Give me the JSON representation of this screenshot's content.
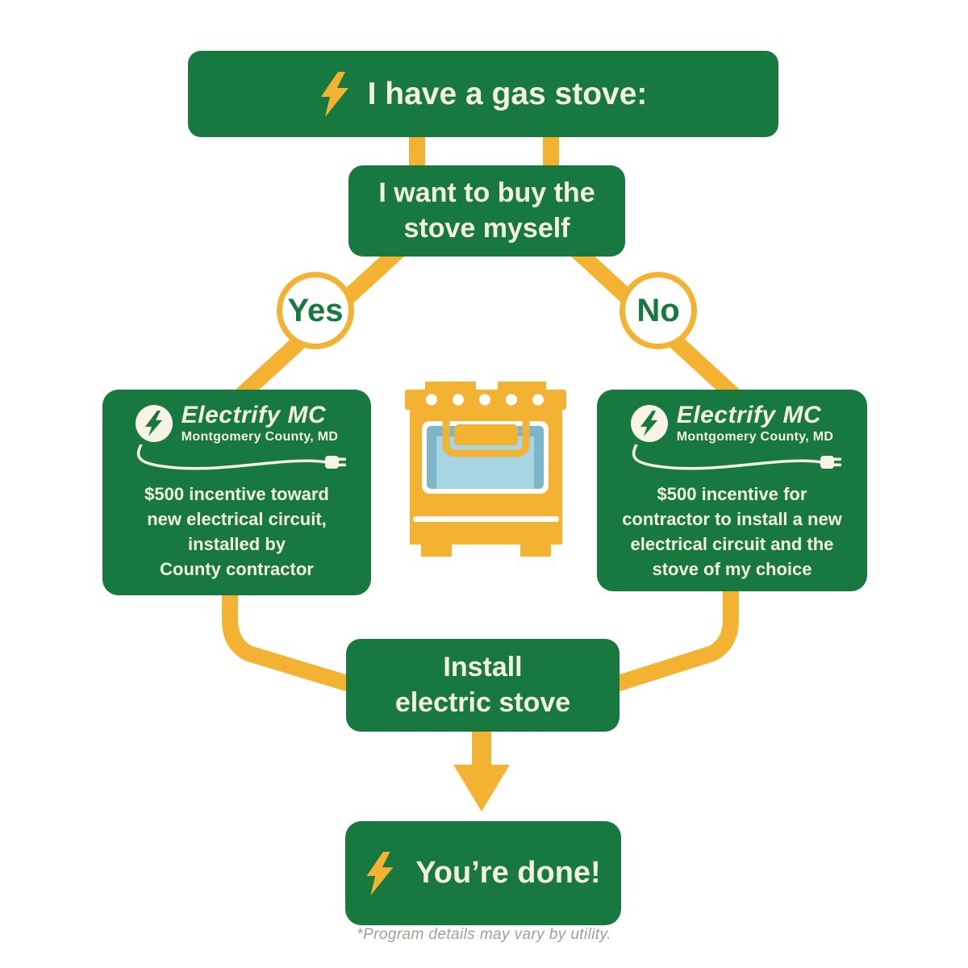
{
  "palette": {
    "green": "#17793f",
    "yellow": "#f4b232",
    "cream": "#f4f1e1",
    "stove_glass_blue": "#a6d5e4",
    "stove_glass_shadow": "#7db6c9",
    "footnote_gray": "#a59c93"
  },
  "nodes": {
    "start": {
      "label": "I have a gas stove:"
    },
    "question": {
      "lines": [
        "I want to buy the",
        "stove myself"
      ]
    },
    "yes": {
      "label": "Yes"
    },
    "no": {
      "label": "No"
    },
    "left_outcome": {
      "brand": "Electrify MC",
      "brand_sub": "Montgomery County, MD",
      "lines": [
        "$500 incentive toward",
        "new electrical circuit,",
        "installed by",
        "County contractor"
      ]
    },
    "right_outcome": {
      "brand": "Electrify MC",
      "brand_sub": "Montgomery County, MD",
      "lines": [
        "$500 incentive for",
        "contractor to install a new",
        "electrical circuit and the",
        "stove of my choice"
      ]
    },
    "install": {
      "lines": [
        "Install",
        "electric stove"
      ]
    },
    "done": {
      "label": "You’re done!"
    }
  },
  "footnote": "*Program details may vary by utility.",
  "icons": {
    "start_icon": "lightning-bolt",
    "done_icon": "lightning-bolt",
    "brand_icon": "lightning-bolt-circle",
    "cord_icon": "power-cord-plug",
    "center_illustration": "gas-stove"
  }
}
